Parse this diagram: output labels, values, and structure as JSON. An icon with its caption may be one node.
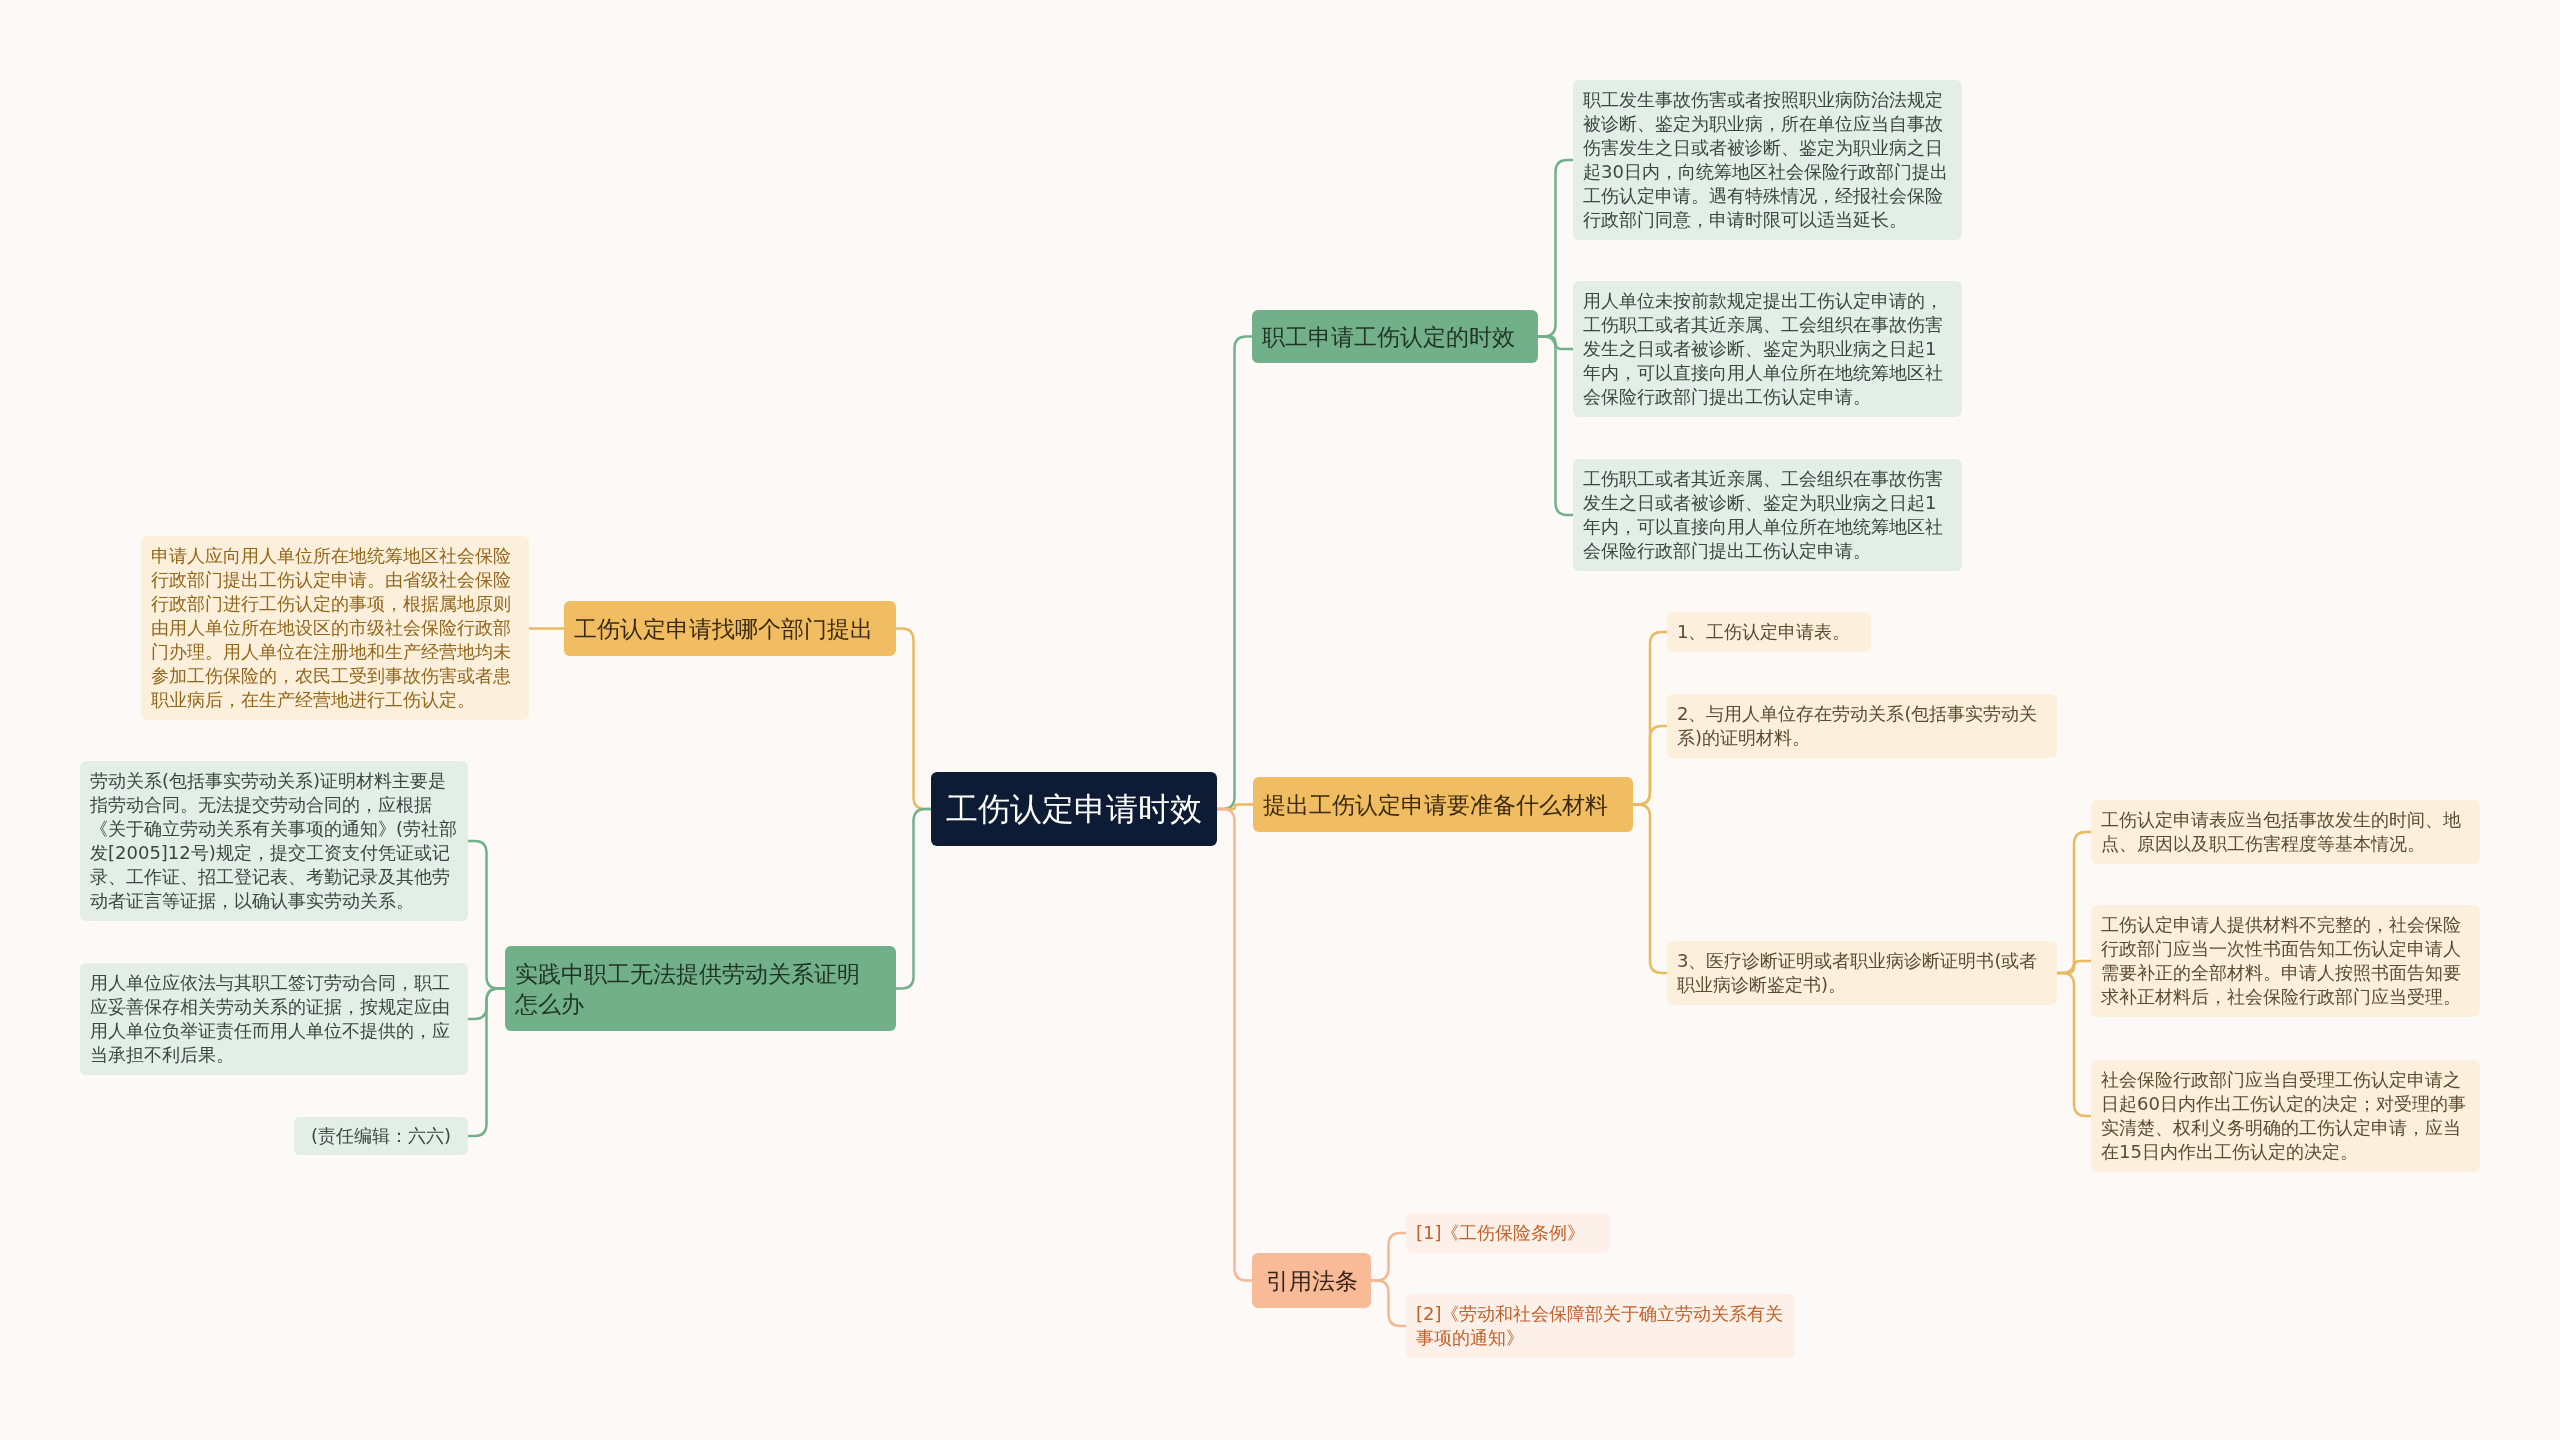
{
  "diagram": {
    "nodes": [
      {
        "text": [
          "工伤认定申请时效"
        ]
      },
      {
        "text": [
          "工伤认定申请找哪个部门提出"
        ]
      },
      {
        "text": [
          "申请人应向用人单位所在地统筹地区社会保险行政部门提出工伤认定申请。由省级社会保险行政部门进行工伤认定的事项，根据属地原则由用人单位所在地设区的市级社会保险行政部门办理。用人单位在注册地和生产经营地均未参加工伤保险的，农民工受到事故伤害或者患职业病后，在生产经营地进行工伤认定。"
        ]
      },
      {
        "text": [
          "实践中职工无法提供劳动关系证明怎么办"
        ]
      },
      {
        "text": [
          "劳动关系(包括事实劳动关系)证明材料主要是指劳动合同。无法提交劳动合同的，应根据《关于确立劳动关系有关事项的通知》(劳社部发[2005]12号)规定，提交工资支付凭证或记录、工作证、招工登记表、考勤记录及其他劳动者证言等证据，以确认事实劳动关系。"
        ]
      },
      {
        "text": [
          "用人单位应依法与其职工签订劳动合同，职工应妥善保存相关劳动关系的证据，按规定应由用人单位负举证责任而用人单位不提供的，应当承担不利后果。"
        ]
      },
      {
        "text": [
          "(责任编辑：六六)"
        ]
      },
      {
        "text": [
          "职工申请工伤认定的时效"
        ]
      },
      {
        "text": [
          "职工发生事故伤害或者按照职业病防治法规定被诊断、鉴定为职业病，所在单位应当自事故伤害发生之日或者被诊断、鉴定为职业病之日起30日内，向统筹地区社会保险行政部门提出工伤认定申请。遇有特殊情况，经报社会保险行政部门同意，申请时限可以适当延长。"
        ]
      },
      {
        "text": [
          "用人单位未按前款规定提出工伤认定申请的，工伤职工或者其近亲属、工会组织在事故伤害发生之日或者被诊断、鉴定为职业病之日起1年内，可以直接向用人单位所在地统筹地区社会保险行政部门提出工伤认定申请。"
        ]
      },
      {
        "text": [
          "工伤职工或者其近亲属、工会组织在事故伤害发生之日或者被诊断、鉴定为职业病之日起1年内，可以直接向用人单位所在地统筹地区社会保险行政部门提出工伤认定申请。"
        ]
      },
      {
        "text": [
          "提出工伤认定申请要准备什么材料"
        ]
      },
      {
        "text": [
          "1、工伤认定申请表。"
        ]
      },
      {
        "text": [
          "2、与用人单位存在劳动关系(包括事实劳动关系)的证明材料。"
        ]
      },
      {
        "text": [
          "3、医疗诊断证明或者职业病诊断证明书(或者职业病诊断鉴定书)。"
        ]
      },
      {
        "text": [
          "工伤认定申请表应当包括事故发生的时间、地点、原因以及职工伤害程度等基本情况。"
        ]
      },
      {
        "text": [
          "工伤认定申请人提供材料不完整的，社会保险行政部门应当一次性书面告知工伤认定申请人需要补正的全部材料。申请人按照书面告知要求补正材料后，社会保险行政部门应当受理。"
        ]
      },
      {
        "text": [
          "社会保险行政部门应当自受理工伤认定申请之日起60日内作出工伤认定的决定；对受理的事实清楚、权利义务明确的工伤认定申请，应当在15日内作出工伤认定的决定。"
        ]
      },
      {
        "text": [
          "引用法条"
        ]
      },
      {
        "text": [
          "[1]《工伤保险条例》"
        ]
      },
      {
        "text": [
          "[2]《劳动和社会保障部关于确立劳动关系有关事项的通知》"
        ]
      }
    ],
    "edges": [
      {
        "from": 0,
        "to": 1,
        "arrow": "none"
      },
      {
        "from": 1,
        "to": 2,
        "arrow": "none"
      },
      {
        "from": 0,
        "to": 3,
        "arrow": "none",
        "color": "#72b08a"
      },
      {
        "from": 3,
        "to": 4,
        "arrow": "none",
        "color": "#72b08a"
      },
      {
        "from": 3,
        "to": 5,
        "arrow": "none",
        "color": "#72b08a"
      },
      {
        "from": 3,
        "to": 6,
        "arrow": "none",
        "color": "#72b08a"
      },
      {
        "from": 0,
        "to": 7,
        "arrow": "none",
        "color": "#72b08a"
      },
      {
        "from": 7,
        "to": 8,
        "arrow": "none",
        "color": "#72b08a"
      },
      {
        "from": 7,
        "to": 9,
        "arrow": "none",
        "color": "#72b08a"
      },
      {
        "from": 7,
        "to": 10,
        "arrow": "none",
        "color": "#72b08a"
      },
      {
        "from": 0,
        "to": 11,
        "arrow": "none"
      },
      {
        "from": 11,
        "to": 12,
        "arrow": "none"
      },
      {
        "from": 11,
        "to": 13,
        "arrow": "none"
      },
      {
        "from": 11,
        "to": 14,
        "arrow": "none"
      },
      {
        "from": 14,
        "to": 15,
        "arrow": "none"
      },
      {
        "from": 14,
        "to": 16,
        "arrow": "none"
      },
      {
        "from": 14,
        "to": 17,
        "arrow": "none"
      },
      {
        "from": 0,
        "to": 18,
        "arrow": "none",
        "color": "#f4b893"
      },
      {
        "from": 18,
        "to": 19,
        "arrow": "none",
        "color": "#f4b893"
      },
      {
        "from": 18,
        "to": 20,
        "arrow": "none",
        "color": "#f4b893"
      }
    ]
  }
}
